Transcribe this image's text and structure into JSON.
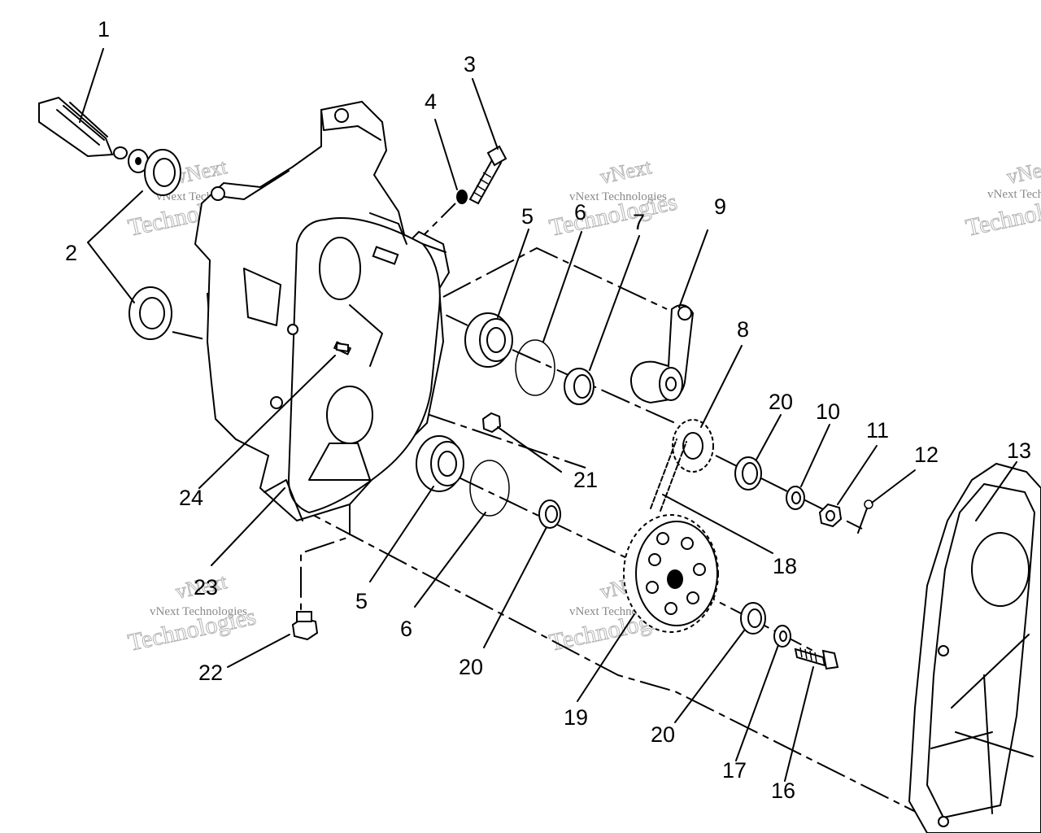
{
  "watermark": {
    "line1": "vNext",
    "line2": "vNext Technologies",
    "line3": "Technologies"
  },
  "callouts": [
    "1",
    "2",
    "3",
    "4",
    "5",
    "6",
    "7",
    "9",
    "8",
    "20",
    "10",
    "11",
    "12",
    "13",
    "24",
    "21",
    "18",
    "23",
    "5",
    "6",
    "20",
    "22",
    "19",
    "20",
    "17",
    "16"
  ]
}
